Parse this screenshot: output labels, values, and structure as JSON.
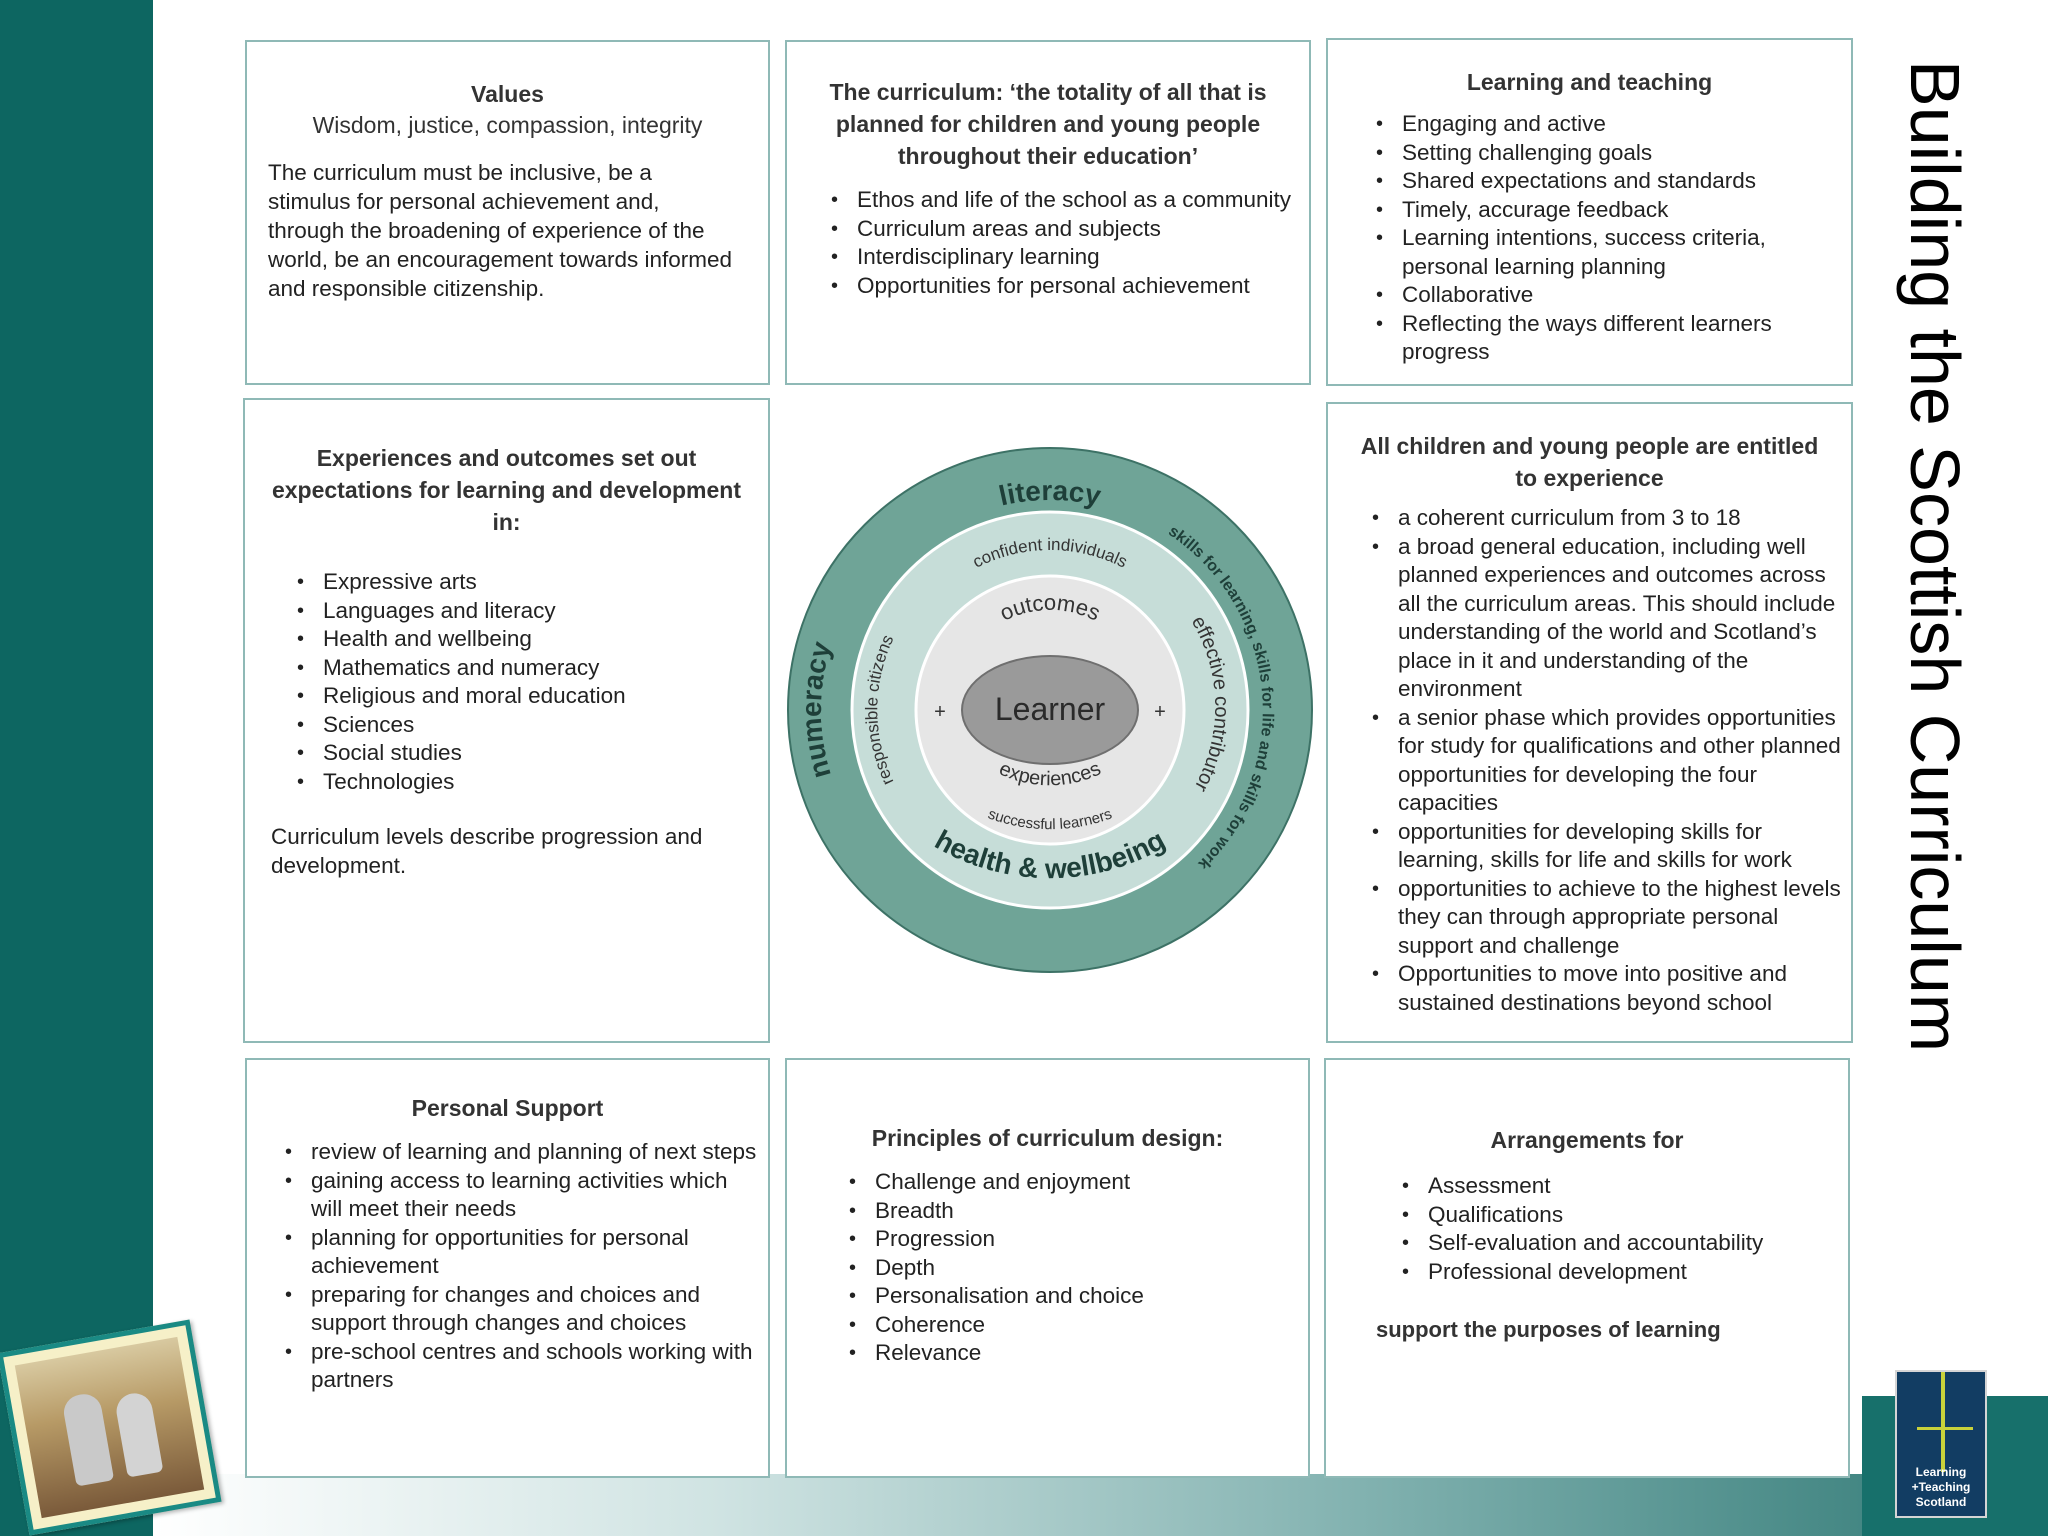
{
  "slide_title": "Building the Scottish Curriculum",
  "values": {
    "title": "Values",
    "subtitle": "Wisdom, justice, compassion, integrity",
    "body": "The curriculum must be inclusive, be a stimulus for personal achievement and, through the broadening of experience of the world, be an encouragement towards informed and responsible citizenship."
  },
  "curriculum": {
    "title": "The curriculum: ‘the totality of all that is planned for children and young people throughout their education’",
    "items": [
      "Ethos and life of the school as a community",
      "Curriculum areas and subjects",
      "Interdisciplinary learning",
      "Opportunities for personal achievement"
    ]
  },
  "learning_teaching": {
    "title": "Learning and teaching",
    "items": [
      "Engaging and active",
      "Setting challenging goals",
      "Shared expectations and standards",
      "Timely, accurage feedback",
      "Learning intentions, success criteria, personal learning planning",
      "Collaborative",
      "Reflecting the ways different learners progress"
    ]
  },
  "experiences": {
    "title": "Experiences and outcomes set out expectations for learning and development in:",
    "items": [
      "Expressive arts",
      "Languages and literacy",
      "Health and wellbeing",
      "Mathematics and numeracy",
      "Religious and moral education",
      "Sciences",
      "Social studies",
      "Technologies"
    ],
    "footer": "Curriculum levels describe progression and development."
  },
  "diagram": {
    "center": "Learner",
    "outer_top": "literacy",
    "outer_left": "numeracy",
    "outer_bottom": "health & wellbeing",
    "outer_right": "skills for learning, skills for life and skills for work",
    "middle_top": "confident individuals",
    "middle_right": "effective contributor",
    "middle_bottom": "successful learners",
    "middle_left": "responsible citizens",
    "inner_top": "outcomes",
    "inner_bottom": "experiences",
    "plus": "+"
  },
  "entitled": {
    "title": "All children and young people are entitled to experience",
    "items": [
      "a coherent curriculum from 3 to 18",
      "a broad general education, including well planned experiences and outcomes across all the curriculum areas. This should include understanding of the world and Scotland’s place in it and understanding of the environment",
      "a senior phase which provides opportunities for study for qualifications and other planned opportunities for developing the four capacities",
      "opportunities for developing skills for learning, skills for life and skills for work",
      "opportunities to achieve to the highest levels they can through appropriate personal support and challenge",
      "Opportunities to move into positive and sustained destinations beyond school"
    ]
  },
  "personal_support": {
    "title": "Personal Support",
    "items": [
      "review of learning and planning of next steps",
      "gaining access to learning activities which will meet their needs",
      "planning for opportunities for personal achievement",
      "preparing for changes and choices and support through changes and choices",
      "pre-school centres and schools working with partners"
    ]
  },
  "principles": {
    "title": "Principles of curriculum design:",
    "items": [
      "Challenge and enjoyment",
      "Breadth",
      "Progression",
      "Depth",
      "Personalisation and choice",
      "Coherence",
      "Relevance"
    ]
  },
  "arrangements": {
    "title": "Arrangements for",
    "items": [
      "Assessment",
      "Qualifications",
      "Self-evaluation and accountability",
      "Professional development"
    ],
    "footer": "support the purposes of learning"
  },
  "logo": {
    "line1": "Learning",
    "line2": "+Teaching",
    "line3": "Scotland"
  },
  "colors": {
    "teal_dark": "#0d6661",
    "ring_outer": "#6fa497",
    "ring_middle": "#c6ddd8",
    "ring_inner": "#e5e5e5",
    "center": "#9a9a9a"
  }
}
